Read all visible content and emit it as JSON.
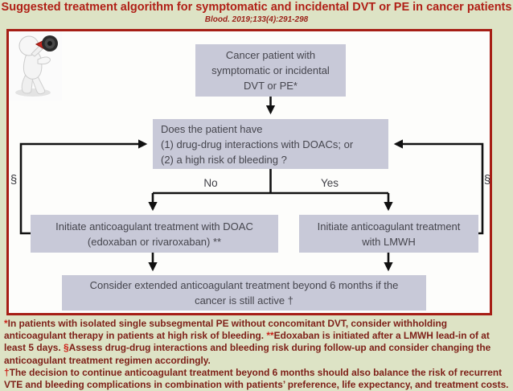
{
  "header": {
    "title": "Suggested treatment algorithm for symptomatic and incidental DVT or PE in cancer patients",
    "citation": "Blood. 2019;133(4):291-298"
  },
  "colors": {
    "background": "#dde3c5",
    "panel_border": "#a61e15",
    "panel_fill": "#fdfdfb",
    "title_red": "#b01f16",
    "node_fill": "#c8c9d8",
    "node_text": "#45454d",
    "connector": "#111111",
    "footnote_text": "#7e2018",
    "footnote_marker": "#cb1f16"
  },
  "flowchart": {
    "nodes": {
      "start": {
        "lines": [
          "Cancer patient with",
          "symptomatic or incidental",
          "DVT or PE*"
        ]
      },
      "decision": {
        "lines": [
          "Does the patient have",
          "(1) drug-drug interactions with DOACs; or",
          "(2) a high risk of bleeding ?"
        ]
      },
      "doac": {
        "lines": [
          "Initiate anticoagulant treatment with DOAC",
          "(edoxaban or rivaroxaban) **"
        ]
      },
      "lmwh": {
        "lines": [
          "Initiate anticoagulant treatment",
          "with LMWH"
        ]
      },
      "extended": {
        "lines": [
          "Consider extended anticoagulant treatment beyond 6 months if the",
          "cancer is still active †"
        ]
      }
    },
    "edge_labels": {
      "no": "No",
      "yes": "Yes",
      "section_left": "§",
      "section_right": "§"
    }
  },
  "footnotes": [
    {
      "marker": "*",
      "text": "In patients with isolated single subsegmental PE without concomitant DVT, consider  withholding anticoagulant therapy in patients at high risk of bleeding. "
    },
    {
      "marker": "**",
      "text": "Edoxaban is initiated after a LMWH lead-in of at least 5 days. "
    },
    {
      "marker": "§",
      "text": "Assess drug-drug interactions and bleeding risk during follow-up and consider changing the anticoagulant treatment regimen accordingly. "
    },
    {
      "marker": "†",
      "text": "The decision to continue anticoagulant treatment beyond 6 months should also balance the risk of recurrent VTE and bleeding complications in combination with patients’ preference, life expectancy, and treatment costs."
    }
  ]
}
